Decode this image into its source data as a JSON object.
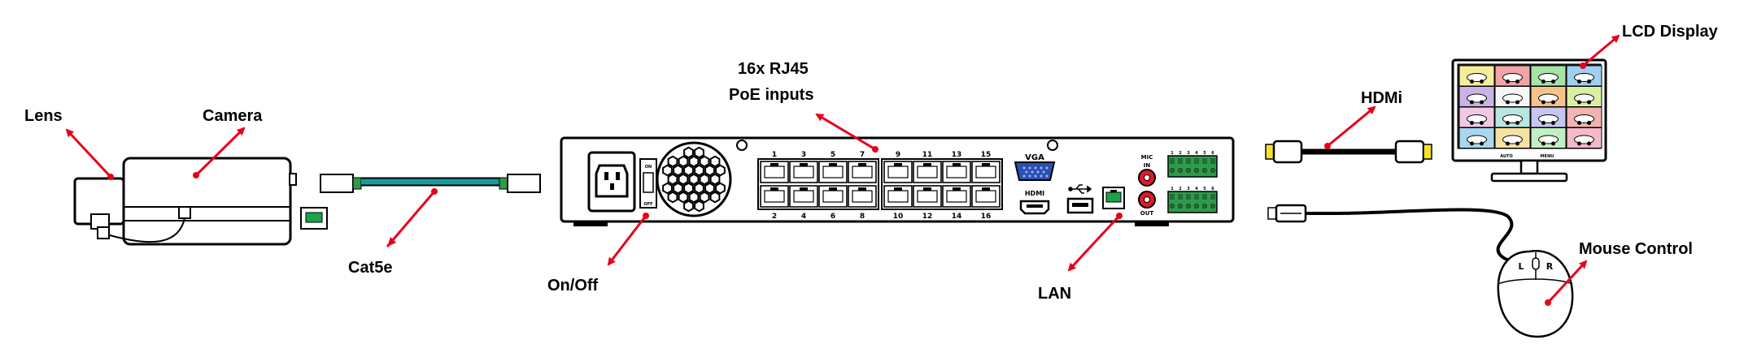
{
  "labels": {
    "lens": "Lens",
    "camera": "Camera",
    "cable": "Cat5e",
    "poe_line1": "16x RJ45",
    "poe_line2": "PoE inputs",
    "on_off": "On/Off",
    "lan": "LAN",
    "hdmi_cable": "HDMi",
    "lcd": "LCD Display",
    "mouse": "Mouse Control"
  },
  "nvr": {
    "port_numbers_top": [
      "1",
      "3",
      "5",
      "7",
      "9",
      "11",
      "13",
      "15"
    ],
    "port_numbers_bottom": [
      "2",
      "4",
      "6",
      "8",
      "10",
      "12",
      "14",
      "16"
    ],
    "vga": "VGA",
    "hdmi": "HDMI",
    "mic": "MIC",
    "audio_in": "IN",
    "audio_out": "OUT",
    "switch_on": "ON",
    "switch_off": "OFF",
    "alarm_numbers": [
      "1",
      "2",
      "3",
      "4",
      "5",
      "6"
    ]
  },
  "monitor": {
    "button_labels": [
      "AUTO",
      "MENU"
    ]
  },
  "mouse": {
    "left": "L",
    "right": "R"
  },
  "colors": {
    "arrow": "#e8001a",
    "cable": "#1a9a9a",
    "green_port": "#1aa34a",
    "terminal": "#2e9a4a"
  }
}
